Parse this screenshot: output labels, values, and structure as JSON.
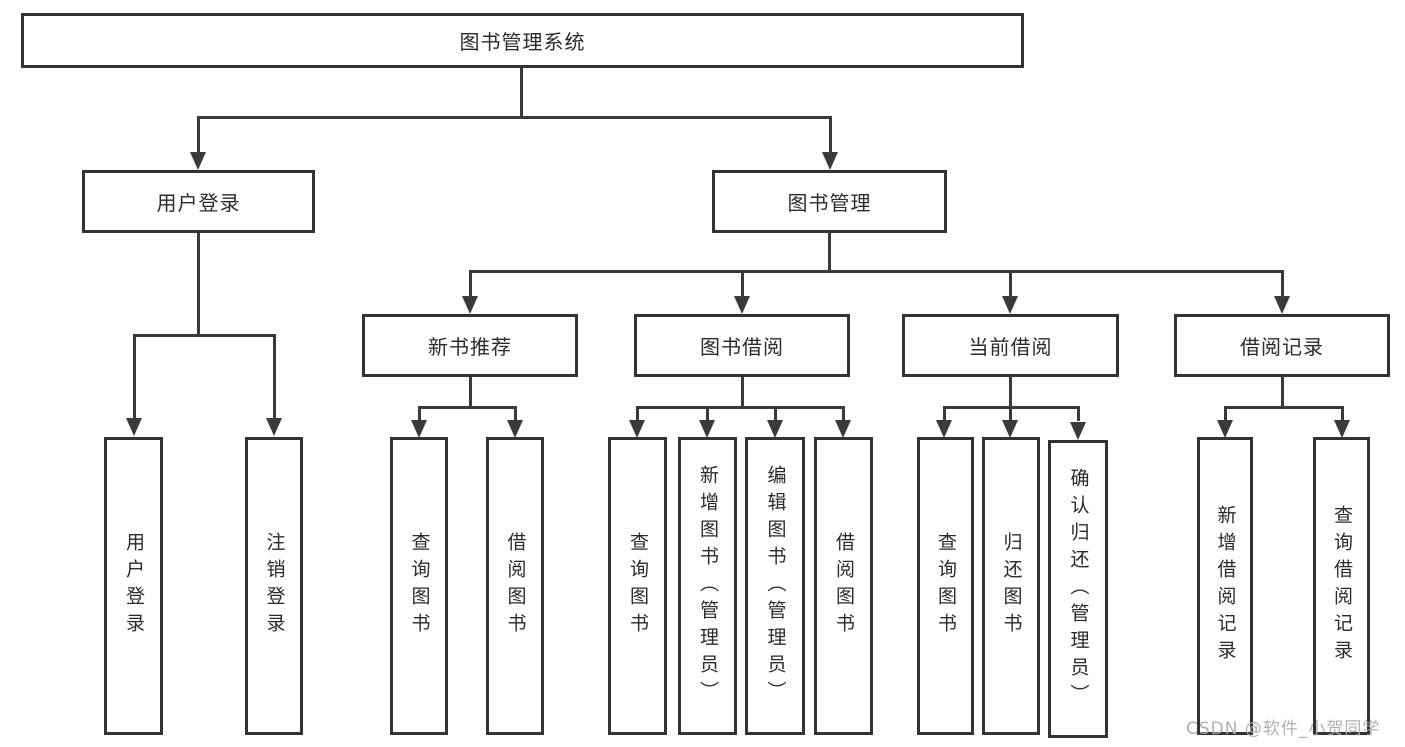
{
  "diagram": {
    "root": {
      "label": "图书管理系统"
    },
    "level2": [
      {
        "label": "用户登录"
      },
      {
        "label": "图书管理"
      }
    ],
    "level3": [
      {
        "label": "新书推荐"
      },
      {
        "label": "图书借阅"
      },
      {
        "label": "当前借阅"
      },
      {
        "label": "借阅记录"
      }
    ],
    "leaves": [
      {
        "label": "用户登录"
      },
      {
        "label": "注销登录"
      },
      {
        "label": "查询图书"
      },
      {
        "label": "借阅图书"
      },
      {
        "label": "查询图书"
      },
      {
        "label": "新增图书（管理员）"
      },
      {
        "label": "编辑图书（管理员）"
      },
      {
        "label": "借阅图书"
      },
      {
        "label": "查询图书"
      },
      {
        "label": "归还图书"
      },
      {
        "label": "确认归还（管理员）"
      },
      {
        "label": "新增借阅记录"
      },
      {
        "label": "查询借阅记录"
      }
    ],
    "watermark": "CSDN @软件_小贺同学",
    "colors": {
      "line": "#3a3a3a",
      "box_border": "#333333",
      "box_fill": "#ffffff",
      "text": "#2b2b2b",
      "watermark": "#a8adb4"
    }
  }
}
